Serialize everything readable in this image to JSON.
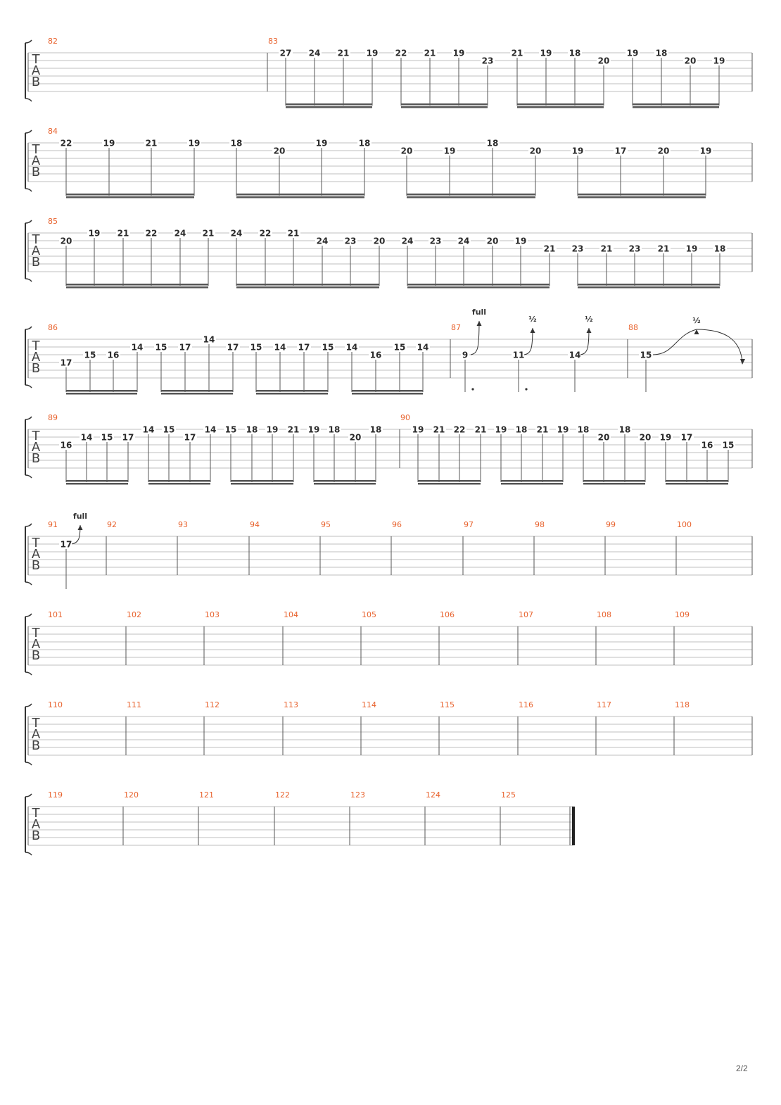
{
  "page": {
    "number_label": "2/2"
  },
  "clef_letters": [
    "T",
    "A",
    "B"
  ],
  "colors": {
    "measure_number": "#e8622d",
    "staff_line": "#bfbfbf",
    "note_text": "#2b2b2b"
  },
  "systems": [
    {
      "measures": [
        {
          "number": "82",
          "notes": []
        },
        {
          "number": "83",
          "notes": [
            {
              "fret": "27",
              "string": 1
            },
            {
              "fret": "24",
              "string": 1
            },
            {
              "fret": "21",
              "string": 1
            },
            {
              "fret": "19",
              "string": 1
            },
            {
              "fret": "22",
              "string": 1
            },
            {
              "fret": "21",
              "string": 1
            },
            {
              "fret": "19",
              "string": 1
            },
            {
              "fret": "23",
              "string": 2
            },
            {
              "fret": "21",
              "string": 1
            },
            {
              "fret": "19",
              "string": 1
            },
            {
              "fret": "18",
              "string": 1
            },
            {
              "fret": "20",
              "string": 2
            },
            {
              "fret": "19",
              "string": 1
            },
            {
              "fret": "18",
              "string": 1
            },
            {
              "fret": "20",
              "string": 2
            },
            {
              "fret": "19",
              "string": 2
            }
          ]
        }
      ]
    },
    {
      "measures": [
        {
          "number": "84",
          "notes": [
            {
              "fret": "22",
              "string": 1
            },
            {
              "fret": "19",
              "string": 1
            },
            {
              "fret": "21",
              "string": 1
            },
            {
              "fret": "19",
              "string": 1
            },
            {
              "fret": "18",
              "string": 1
            },
            {
              "fret": "20",
              "string": 2
            },
            {
              "fret": "19",
              "string": 1
            },
            {
              "fret": "18",
              "string": 1
            },
            {
              "fret": "20",
              "string": 2
            },
            {
              "fret": "19",
              "string": 2
            },
            {
              "fret": "18",
              "string": 1
            },
            {
              "fret": "20",
              "string": 2
            },
            {
              "fret": "19",
              "string": 2
            },
            {
              "fret": "17",
              "string": 2
            },
            {
              "fret": "20",
              "string": 2
            },
            {
              "fret": "19",
              "string": 2
            }
          ]
        }
      ]
    },
    {
      "measures": [
        {
          "number": "85",
          "notes": [
            {
              "fret": "20",
              "string": 2
            },
            {
              "fret": "19",
              "string": 1
            },
            {
              "fret": "21",
              "string": 1
            },
            {
              "fret": "22",
              "string": 1
            },
            {
              "fret": "24",
              "string": 1
            },
            {
              "fret": "21",
              "string": 1
            },
            {
              "fret": "24",
              "string": 1
            },
            {
              "fret": "22",
              "string": 1
            },
            {
              "fret": "21",
              "string": 1
            },
            {
              "fret": "24",
              "string": 2
            },
            {
              "fret": "23",
              "string": 2
            },
            {
              "fret": "20",
              "string": 2
            },
            {
              "fret": "24",
              "string": 2
            },
            {
              "fret": "23",
              "string": 2
            },
            {
              "fret": "24",
              "string": 2
            },
            {
              "fret": "20",
              "string": 2
            },
            {
              "fret": "19",
              "string": 2
            },
            {
              "fret": "21",
              "string": 3
            },
            {
              "fret": "23",
              "string": 3
            },
            {
              "fret": "21",
              "string": 3
            },
            {
              "fret": "23",
              "string": 3
            },
            {
              "fret": "21",
              "string": 3
            },
            {
              "fret": "19",
              "string": 3
            },
            {
              "fret": "18",
              "string": 3
            }
          ]
        }
      ]
    },
    {
      "measures": [
        {
          "number": "86",
          "notes": [
            {
              "fret": "17",
              "string": 4
            },
            {
              "fret": "15",
              "string": 3
            },
            {
              "fret": "16",
              "string": 3
            },
            {
              "fret": "14",
              "string": 2
            },
            {
              "fret": "15",
              "string": 2
            },
            {
              "fret": "17",
              "string": 2
            },
            {
              "fret": "14",
              "string": 1
            },
            {
              "fret": "17",
              "string": 2
            },
            {
              "fret": "15",
              "string": 2
            },
            {
              "fret": "14",
              "string": 2
            },
            {
              "fret": "17",
              "string": 2
            },
            {
              "fret": "15",
              "string": 2
            },
            {
              "fret": "14",
              "string": 2
            },
            {
              "fret": "16",
              "string": 3
            },
            {
              "fret": "15",
              "string": 2
            },
            {
              "fret": "14",
              "string": 2
            }
          ]
        },
        {
          "number": "87",
          "notes": [
            {
              "fret": "9",
              "string": 3,
              "bend": "full"
            },
            {
              "fret": "11",
              "string": 3,
              "bend": "½"
            },
            {
              "fret": "14",
              "string": 3,
              "bend": "½"
            }
          ]
        },
        {
          "number": "88",
          "notes": [
            {
              "fret": "15",
              "string": 3,
              "bend": "½"
            }
          ]
        }
      ]
    },
    {
      "measures": [
        {
          "number": "89",
          "notes": [
            {
              "fret": "16",
              "string": 3
            },
            {
              "fret": "14",
              "string": 2
            },
            {
              "fret": "15",
              "string": 2
            },
            {
              "fret": "17",
              "string": 2
            },
            {
              "fret": "14",
              "string": 1
            },
            {
              "fret": "15",
              "string": 1
            },
            {
              "fret": "17",
              "string": 2
            },
            {
              "fret": "14",
              "string": 1
            },
            {
              "fret": "15",
              "string": 1
            },
            {
              "fret": "18",
              "string": 1
            },
            {
              "fret": "19",
              "string": 1
            },
            {
              "fret": "21",
              "string": 1
            },
            {
              "fret": "19",
              "string": 1
            },
            {
              "fret": "18",
              "string": 1
            },
            {
              "fret": "20",
              "string": 2
            },
            {
              "fret": "18",
              "string": 1
            }
          ]
        },
        {
          "number": "90",
          "notes": [
            {
              "fret": "19",
              "string": 1
            },
            {
              "fret": "21",
              "string": 1
            },
            {
              "fret": "22",
              "string": 1
            },
            {
              "fret": "21",
              "string": 1
            },
            {
              "fret": "19",
              "string": 1
            },
            {
              "fret": "18",
              "string": 1
            },
            {
              "fret": "21",
              "string": 1
            },
            {
              "fret": "19",
              "string": 1
            },
            {
              "fret": "18",
              "string": 1
            },
            {
              "fret": "20",
              "string": 2
            },
            {
              "fret": "18",
              "string": 1
            },
            {
              "fret": "20",
              "string": 2
            },
            {
              "fret": "19",
              "string": 2
            },
            {
              "fret": "17",
              "string": 2
            },
            {
              "fret": "16",
              "string": 3
            },
            {
              "fret": "15",
              "string": 3
            }
          ]
        }
      ]
    },
    {
      "measures": [
        {
          "number": "91",
          "notes": [
            {
              "fret": "17",
              "string": 2,
              "bend": "full"
            }
          ]
        },
        {
          "number": "92",
          "notes": []
        },
        {
          "number": "93",
          "notes": []
        },
        {
          "number": "94",
          "notes": []
        },
        {
          "number": "95",
          "notes": []
        },
        {
          "number": "96",
          "notes": []
        },
        {
          "number": "97",
          "notes": []
        },
        {
          "number": "98",
          "notes": []
        },
        {
          "number": "99",
          "notes": []
        },
        {
          "number": "100",
          "notes": []
        }
      ]
    },
    {
      "measures": [
        {
          "number": "101",
          "notes": []
        },
        {
          "number": "102",
          "notes": []
        },
        {
          "number": "103",
          "notes": []
        },
        {
          "number": "104",
          "notes": []
        },
        {
          "number": "105",
          "notes": []
        },
        {
          "number": "106",
          "notes": []
        },
        {
          "number": "107",
          "notes": []
        },
        {
          "number": "108",
          "notes": []
        },
        {
          "number": "109",
          "notes": []
        }
      ]
    },
    {
      "measures": [
        {
          "number": "110",
          "notes": []
        },
        {
          "number": "111",
          "notes": []
        },
        {
          "number": "112",
          "notes": []
        },
        {
          "number": "113",
          "notes": []
        },
        {
          "number": "114",
          "notes": []
        },
        {
          "number": "115",
          "notes": []
        },
        {
          "number": "116",
          "notes": []
        },
        {
          "number": "117",
          "notes": []
        },
        {
          "number": "118",
          "notes": []
        }
      ]
    },
    {
      "measures": [
        {
          "number": "119",
          "notes": []
        },
        {
          "number": "120",
          "notes": []
        },
        {
          "number": "121",
          "notes": []
        },
        {
          "number": "122",
          "notes": []
        },
        {
          "number": "123",
          "notes": []
        },
        {
          "number": "124",
          "notes": []
        },
        {
          "number": "125",
          "notes": [],
          "final": true
        }
      ]
    }
  ]
}
